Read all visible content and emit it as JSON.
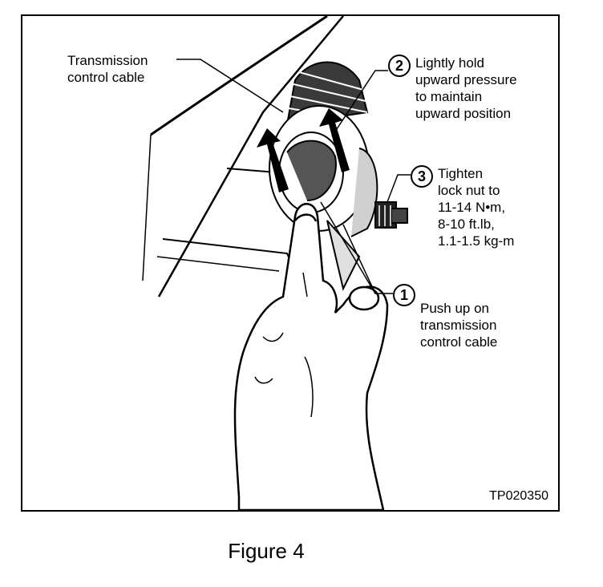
{
  "labels": {
    "cable_label": "Transmission\ncontrol cable",
    "step2_number": "2",
    "step2_text": "Lightly hold\nupward pressure\nto maintain\nupward position",
    "step3_number": "3",
    "step3_text": "Tighten\nlock nut to\n11-14 N•m,\n8-10 ft.lb,\n1.1-1.5 kg-m",
    "step1_number": "1",
    "step1_text": "Push up on\ntransmission\ncontrol cable",
    "figure_code": "TP020350"
  },
  "caption": "Figure 4"
}
